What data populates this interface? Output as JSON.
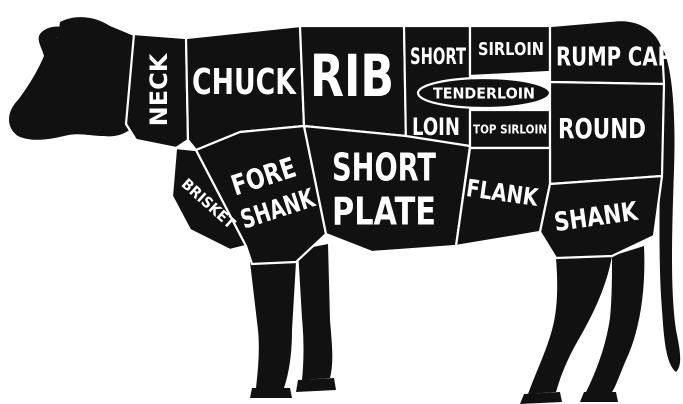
{
  "colors": {
    "cow_fill": "#111111",
    "seam_lines": "#ffffff",
    "label_text": "#ffffff",
    "background": "#ffffff"
  },
  "cuts": {
    "neck": "NECK",
    "chuck": "CHUCK",
    "rib": "RIB",
    "short": "SHORT",
    "loin": "LOIN",
    "sirloin": "SIRLOIN",
    "tenderloin": "TENDERLOIN",
    "top_sirloin": "TOP SIRLOIN",
    "rump_cap": "RUMP CAP",
    "round": "ROUND",
    "brisket": "BRISKET",
    "fore_shank_line1": "FORE",
    "fore_shank_line2": "SHANK",
    "short_plate_line1": "SHORT",
    "short_plate_line2": "PLATE",
    "flank": "FLANK",
    "shank": "SHANK"
  }
}
